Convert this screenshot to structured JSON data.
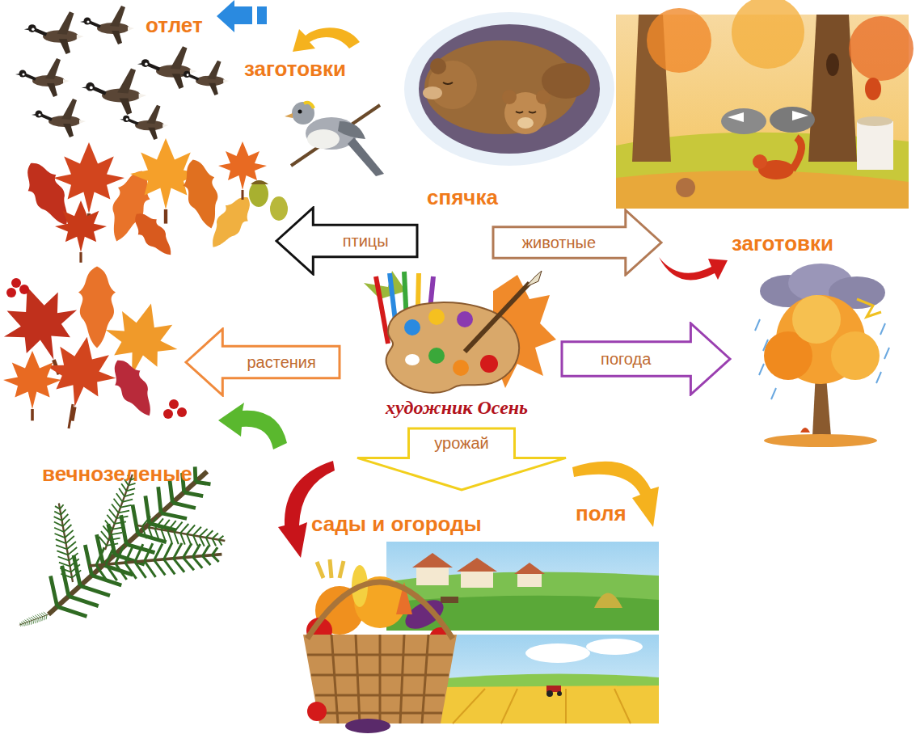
{
  "diagram": {
    "nodes": [
      {
        "text": [
          "птицы"
        ]
      },
      {
        "text": [
          "животные"
        ]
      },
      {
        "text": [
          "растения"
        ]
      },
      {
        "text": [
          "художник Осень"
        ]
      },
      {
        "text": [
          "погода"
        ]
      },
      {
        "text": [
          "урожай"
        ]
      }
    ],
    "labels": [
      "отлет",
      "заготовки",
      "спячка",
      "заготовки",
      "вечнозеленые",
      "сады и огороды",
      "поля"
    ]
  }
}
